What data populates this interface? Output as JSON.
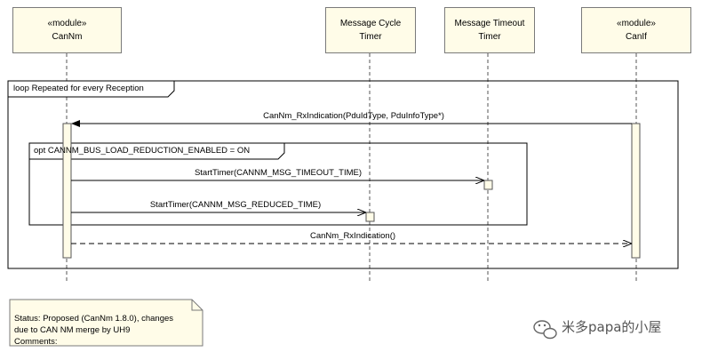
{
  "lifelines": {
    "cannm": {
      "stereotype": "«module»",
      "name": "CanNm"
    },
    "msg_cycle_timer": {
      "line1": "Message Cycle",
      "line2": "Timer"
    },
    "msg_timeout_timer": {
      "line1": "Message Timeout",
      "line2": "Timer"
    },
    "canif": {
      "stereotype": "«module»",
      "name": "CanIf"
    }
  },
  "frames": {
    "loop_label": "loop Repeated for every Reception",
    "opt_label": "opt CANNM_BUS_LOAD_REDUCTION_ENABLED = ON"
  },
  "messages": {
    "rx_indication_call": "CanNm_RxIndication(PduIdType, PduInfoType*)",
    "start_timer_timeout": "StartTimer(CANNM_MSG_TIMEOUT_TIME)",
    "start_timer_reduced": "StartTimer(CANNM_MSG_REDUCED_TIME)",
    "rx_indication_return": "CanNm_RxIndication()"
  },
  "note": {
    "line1": "Status: Proposed (CanNm 1.8.0), changes",
    "line2": "due to CAN NM merge by UH9",
    "line3": "Comments:"
  },
  "watermark": {
    "text": "米多papa的小屋",
    "icon": "wechat-icon"
  },
  "colors": {
    "lifeline_fill": "#fffce8",
    "border": "#7a7a7a"
  }
}
